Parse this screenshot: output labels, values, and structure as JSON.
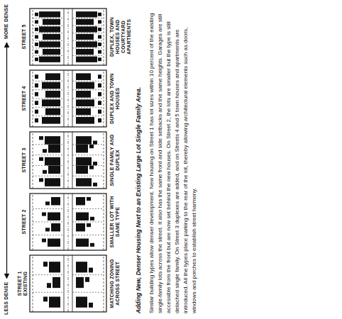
{
  "diagram": {
    "title": "Adding New, Denser Housing Next to an Existing Large Lot Single Family Area.",
    "caption": "Similar building types allow denser development. New housing on Street 1 has lot sizes within 10 percent of the existing single-family lots across the street. It also has the same front and side setbacks and the same heights. Garages are still accessible from the front but are now set behind the new houses. On Street 2, the lots are smaller but the type is still detached single family. On Street 3 duplexes are added, and on Streets 4 and 5 town houses and apartments are introduced. All the types place parking to the rear of the lot, thereby allowing architectural elements such as doors, windows and porches to establish street harmony.",
    "labels": [
      "LESS DENSE",
      "MORE DENSE",
      "STREET 1 EXISTING",
      "STREET 2",
      "STREET 3",
      "STREET 4",
      "STREET 5",
      "MATCHING ZONING ACROSS STREET",
      "SMALLER LOT WITH SAME TYPE",
      "SINGLE FAMILY AND DUPLEX",
      "DUPLEX AND TOWN HOUSES",
      "DUPLEX, TOWN HOUSES AND COURTYARD APARTMENTS"
    ]
  }
}
